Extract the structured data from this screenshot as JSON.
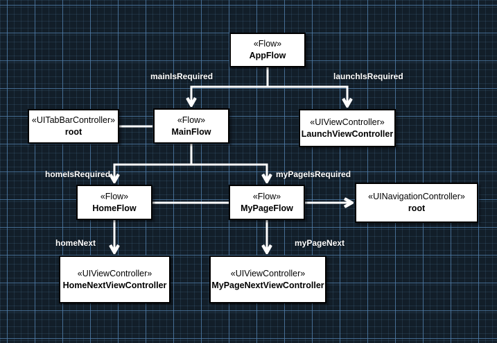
{
  "diagram": {
    "nodes": {
      "app_flow": {
        "stereotype": "«Flow»",
        "name": "AppFlow"
      },
      "tabbar_root": {
        "stereotype": "«UITabBarController»",
        "name": "root"
      },
      "main_flow": {
        "stereotype": "«Flow»",
        "name": "MainFlow"
      },
      "launch_vc": {
        "stereotype": "«UIViewController»",
        "name": "LaunchViewController"
      },
      "home_flow": {
        "stereotype": "«Flow»",
        "name": "HomeFlow"
      },
      "mypage_flow": {
        "stereotype": "«Flow»",
        "name": "MyPageFlow"
      },
      "nav_root": {
        "stereotype": "«UINavigationController»",
        "name": "root"
      },
      "home_next_vc": {
        "stereotype": "«UIViewController»",
        "name": "HomeNextViewController"
      },
      "mypage_next_vc": {
        "stereotype": "«UIViewController»",
        "name": "MyPageNextViewController"
      }
    },
    "edge_labels": {
      "main_is_required": "mainIsRequired",
      "launch_is_required": "launchIsRequired",
      "home_is_required": "homeIsRequired",
      "mypage_is_required": "myPageIsRequired",
      "home_next": "homeNext",
      "mypage_next": "myPageNext"
    },
    "colors": {
      "canvas_background": "#121e29",
      "grid_major": "#5382b0",
      "grid_minor": "#223345",
      "node_fill": "#ffffff",
      "node_border": "#000000",
      "node_text": "#000000",
      "connector": "#ffffff",
      "edge_label_text": "#ffffff"
    }
  }
}
